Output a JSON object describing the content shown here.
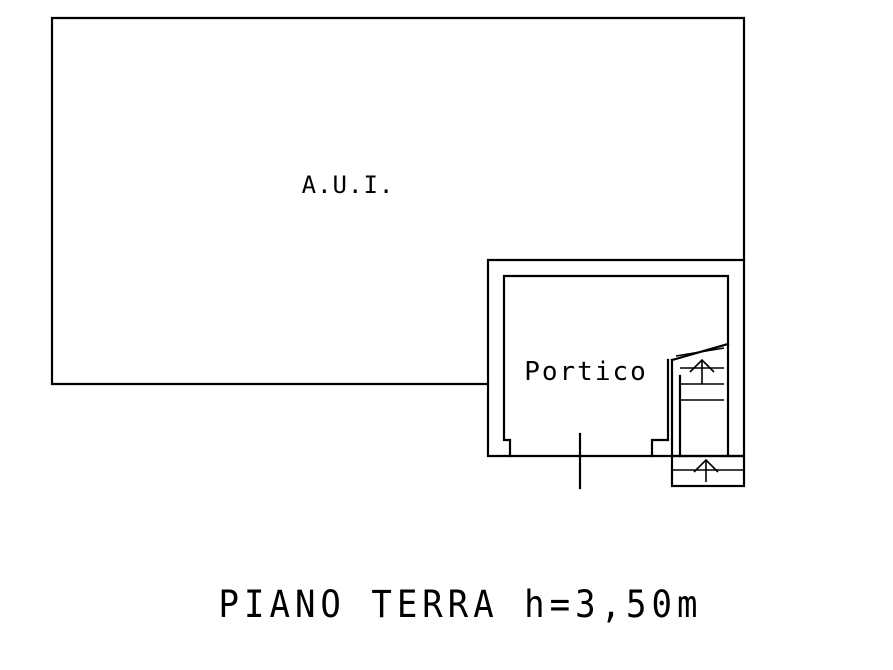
{
  "drawing": {
    "title": "PIANO TERRA h=3,50m",
    "rooms": {
      "aui": "A.U.I.",
      "portico": "Portico"
    }
  },
  "colors": {
    "line": "#000000",
    "background": "#ffffff"
  },
  "icons": [
    "stair-arrow-icon"
  ]
}
